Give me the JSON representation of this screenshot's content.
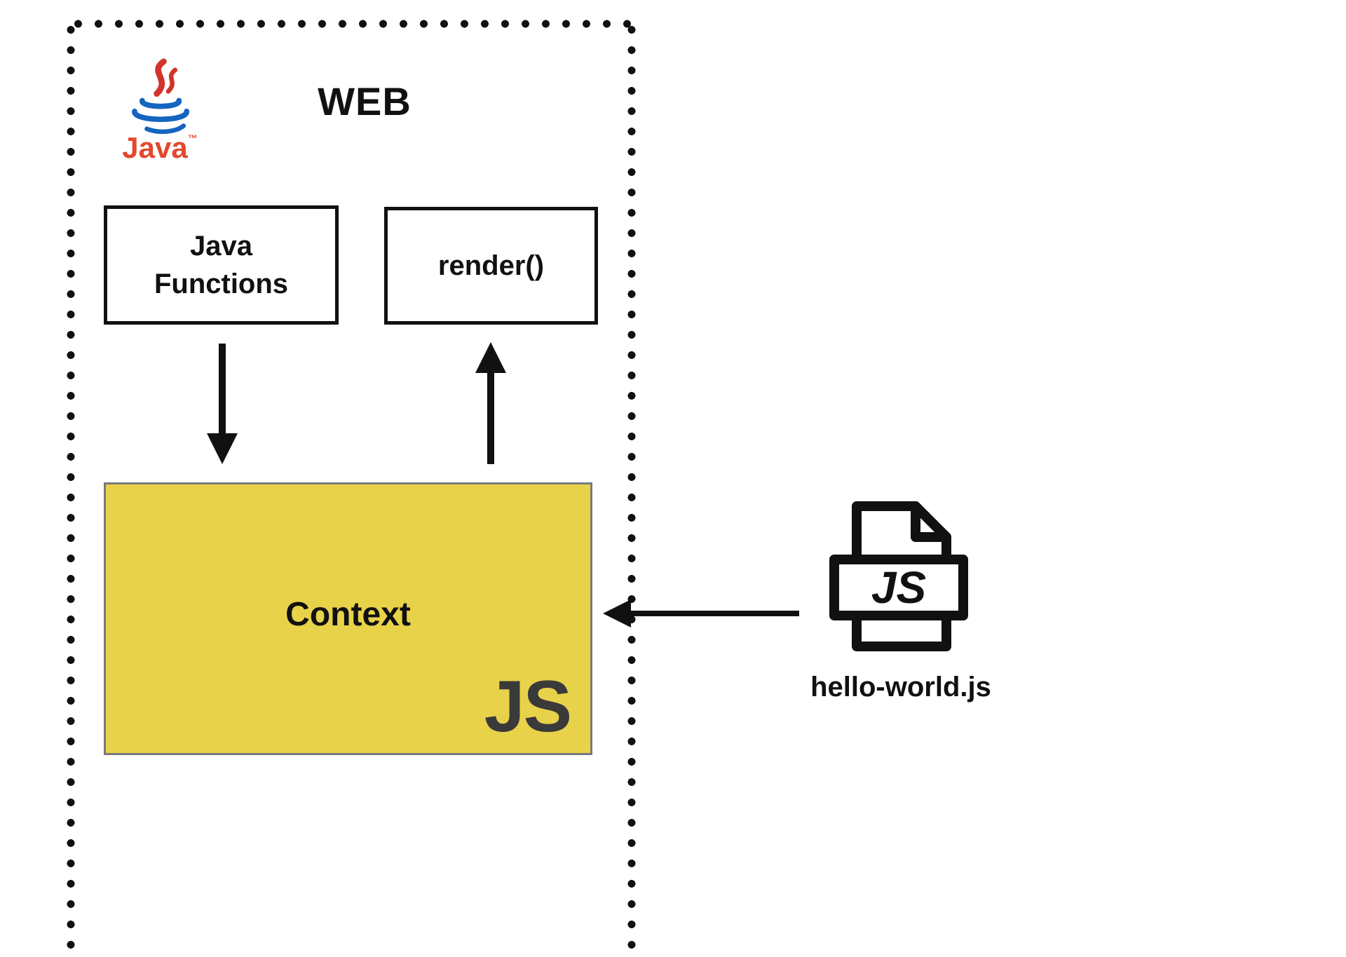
{
  "web": {
    "title": "WEB",
    "java_logo_text": "Java",
    "java_logo_tm": "™",
    "java_functions_label": "Java Functions",
    "render_label": "render()",
    "context_label": "Context",
    "context_js_mark": "JS"
  },
  "file": {
    "banner_text": "JS",
    "filename": "hello-world.js"
  },
  "colors": {
    "context_yellow": "#e8d24a",
    "context_border_gray": "#7a7a7a",
    "line_black": "#111111",
    "context_js_dark": "#3a3a3a",
    "java_steam_red": "#d0342c",
    "java_cup_blue": "#1565c0",
    "java_text_orange": "#e2492f"
  }
}
